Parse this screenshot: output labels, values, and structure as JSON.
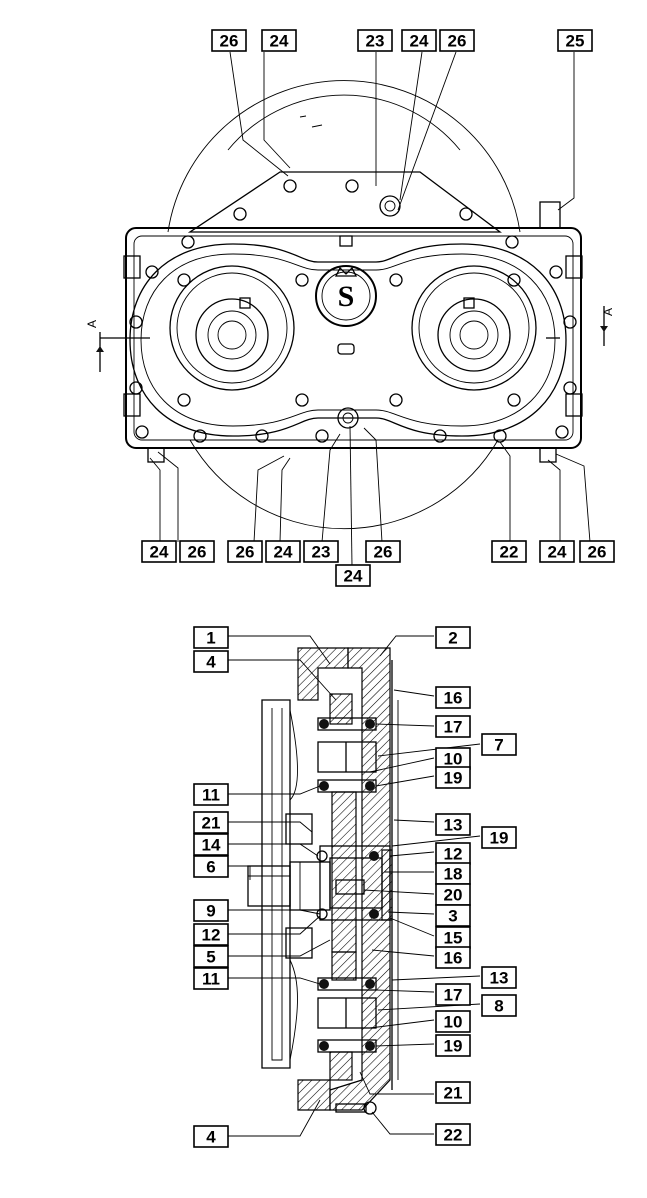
{
  "diagram": {
    "section_marker": "A",
    "top_view_labels": [
      {
        "id": "t1",
        "text": "26"
      },
      {
        "id": "t2",
        "text": "24"
      },
      {
        "id": "t3",
        "text": "23"
      },
      {
        "id": "t4",
        "text": "24"
      },
      {
        "id": "t5",
        "text": "26"
      },
      {
        "id": "t6",
        "text": "25"
      },
      {
        "id": "t7",
        "text": "24"
      },
      {
        "id": "t8",
        "text": "26"
      },
      {
        "id": "t9",
        "text": "26"
      },
      {
        "id": "t10",
        "text": "24"
      },
      {
        "id": "t11",
        "text": "23"
      },
      {
        "id": "t12",
        "text": "26"
      },
      {
        "id": "t13",
        "text": "22"
      },
      {
        "id": "t14",
        "text": "24"
      },
      {
        "id": "t15",
        "text": "26"
      },
      {
        "id": "t16",
        "text": "24"
      }
    ],
    "section_view_labels": [
      {
        "id": "s1",
        "text": "1"
      },
      {
        "id": "s2",
        "text": "4"
      },
      {
        "id": "s3",
        "text": "2"
      },
      {
        "id": "s4",
        "text": "16"
      },
      {
        "id": "s5",
        "text": "17"
      },
      {
        "id": "s6",
        "text": "7"
      },
      {
        "id": "s7",
        "text": "10"
      },
      {
        "id": "s8",
        "text": "19"
      },
      {
        "id": "s9",
        "text": "11"
      },
      {
        "id": "s10",
        "text": "21"
      },
      {
        "id": "s11",
        "text": "13"
      },
      {
        "id": "s12",
        "text": "19"
      },
      {
        "id": "s13",
        "text": "14"
      },
      {
        "id": "s14",
        "text": "12"
      },
      {
        "id": "s15",
        "text": "6"
      },
      {
        "id": "s16",
        "text": "18"
      },
      {
        "id": "s17",
        "text": "20"
      },
      {
        "id": "s18",
        "text": "9"
      },
      {
        "id": "s19",
        "text": "3"
      },
      {
        "id": "s20",
        "text": "12"
      },
      {
        "id": "s21",
        "text": "15"
      },
      {
        "id": "s22",
        "text": "5"
      },
      {
        "id": "s23",
        "text": "16"
      },
      {
        "id": "s24",
        "text": "11"
      },
      {
        "id": "s25",
        "text": "13"
      },
      {
        "id": "s26",
        "text": "17"
      },
      {
        "id": "s27",
        "text": "8"
      },
      {
        "id": "s28",
        "text": "10"
      },
      {
        "id": "s29",
        "text": "19"
      },
      {
        "id": "s30",
        "text": "21"
      },
      {
        "id": "s31",
        "text": "4"
      },
      {
        "id": "s32",
        "text": "22"
      }
    ]
  }
}
